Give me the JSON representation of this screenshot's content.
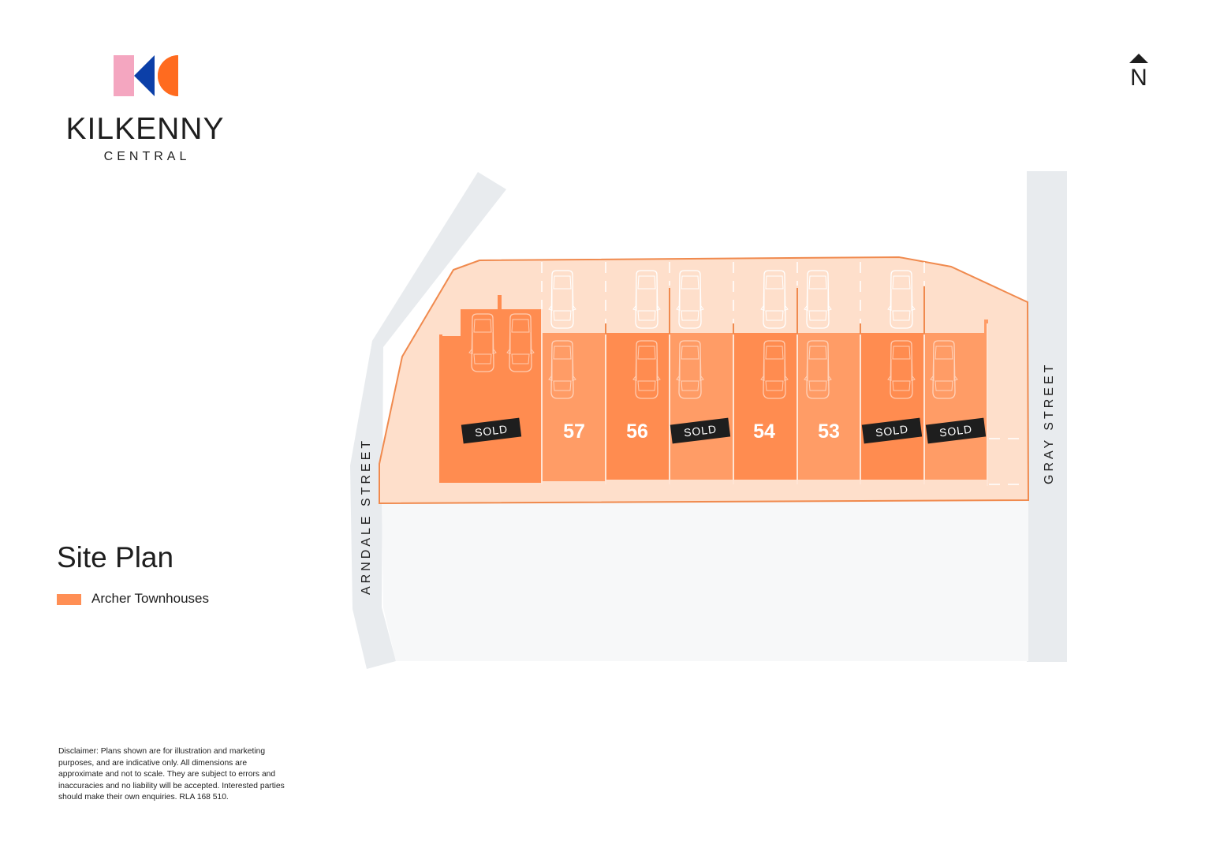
{
  "brand": {
    "name": "KILKENNY",
    "subtitle": "CENTRAL",
    "logo_colors": {
      "pink": "#F4A6C0",
      "blue": "#0B3FA8",
      "orange": "#FF6B1F"
    }
  },
  "compass": {
    "label": "N",
    "icon": "north-arrow-icon"
  },
  "title": "Site Plan",
  "legend": [
    {
      "label": "Archer Townhouses",
      "color": "#FF8F55"
    }
  ],
  "streets": {
    "west": "ARNDALE STREET",
    "east": "GRAY STREET"
  },
  "colors": {
    "site_fill": "#FEDFCB",
    "site_outline": "#F08A4E",
    "lot_dark": "#FF8C50",
    "lot_light": "#FF9C66",
    "road": "#E8EBEE",
    "open_ground": "#F7F8F9",
    "sold_tag": "#1E1E1E"
  },
  "lots": [
    {
      "id": "lot-corner",
      "label": "SOLD",
      "status": "sold"
    },
    {
      "id": "lot-57",
      "label": "57",
      "status": "available"
    },
    {
      "id": "lot-56",
      "label": "56",
      "status": "available"
    },
    {
      "id": "lot-55",
      "label": "SOLD",
      "status": "sold"
    },
    {
      "id": "lot-54",
      "label": "54",
      "status": "available"
    },
    {
      "id": "lot-53",
      "label": "53",
      "status": "available"
    },
    {
      "id": "lot-52",
      "label": "SOLD",
      "status": "sold"
    },
    {
      "id": "lot-51",
      "label": "SOLD",
      "status": "sold"
    }
  ],
  "disclaimer": "Disclaimer: Plans shown are for illustration and marketing purposes, and are indicative only. All dimensions are approximate and not to scale. They are subject to errors and inaccuracies and no liability will be accepted. Interested parties should make their own enquiries. RLA 168 510."
}
